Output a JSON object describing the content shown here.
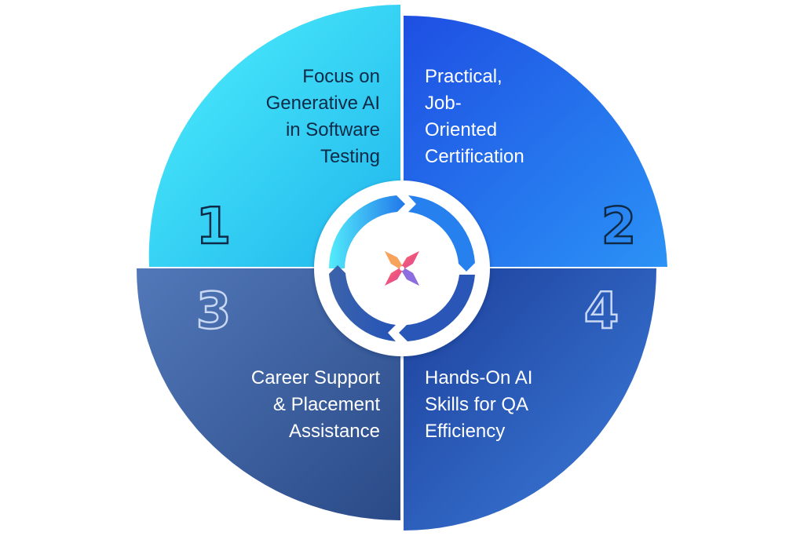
{
  "quadrants": [
    {
      "number": "1",
      "lines": [
        "Focus on",
        "Generative AI",
        "in Software",
        "Testing"
      ],
      "color_from": "#4de8fb",
      "color_to": "#1fb8ee"
    },
    {
      "number": "2",
      "lines": [
        "Practical,",
        "Job-",
        "Oriented",
        "Certification"
      ],
      "color_from": "#1f5ae6",
      "color_to": "#2a8cf4"
    },
    {
      "number": "3",
      "lines": [
        "Career Support",
        "& Placement",
        "Assistance"
      ],
      "color_from": "#4a6fb0",
      "color_to": "#2d4f8c"
    },
    {
      "number": "4",
      "lines": [
        "Hands-On AI",
        "Skills for QA",
        "Efficiency"
      ],
      "color_from": "#1f44a0",
      "color_to": "#3a78d8"
    }
  ],
  "colors": {
    "number_outline_dark": "#0e2a47",
    "number_outline_light": "#c9d8f2",
    "center_bg": "#ffffff",
    "logo_pink": "#f0527e",
    "logo_orange": "#f7a35c",
    "logo_purple": "#8c6ee0"
  },
  "center": {
    "icon": "x-logo-icon"
  }
}
